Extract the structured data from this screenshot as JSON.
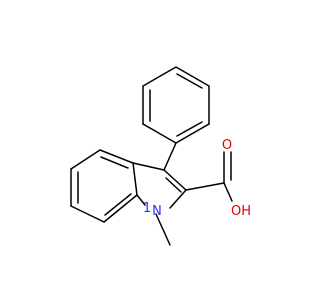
{
  "molecule": {
    "atom_labels": {
      "nitrogen": "N",
      "methyl_locant": "1",
      "oxygen_carbonyl": "O",
      "hydroxyl": "OH"
    },
    "colors": {
      "bond": "#000000",
      "nitrogen": "#2b2bff",
      "oxygen": "#e60000",
      "background": "#ffffff"
    }
  }
}
